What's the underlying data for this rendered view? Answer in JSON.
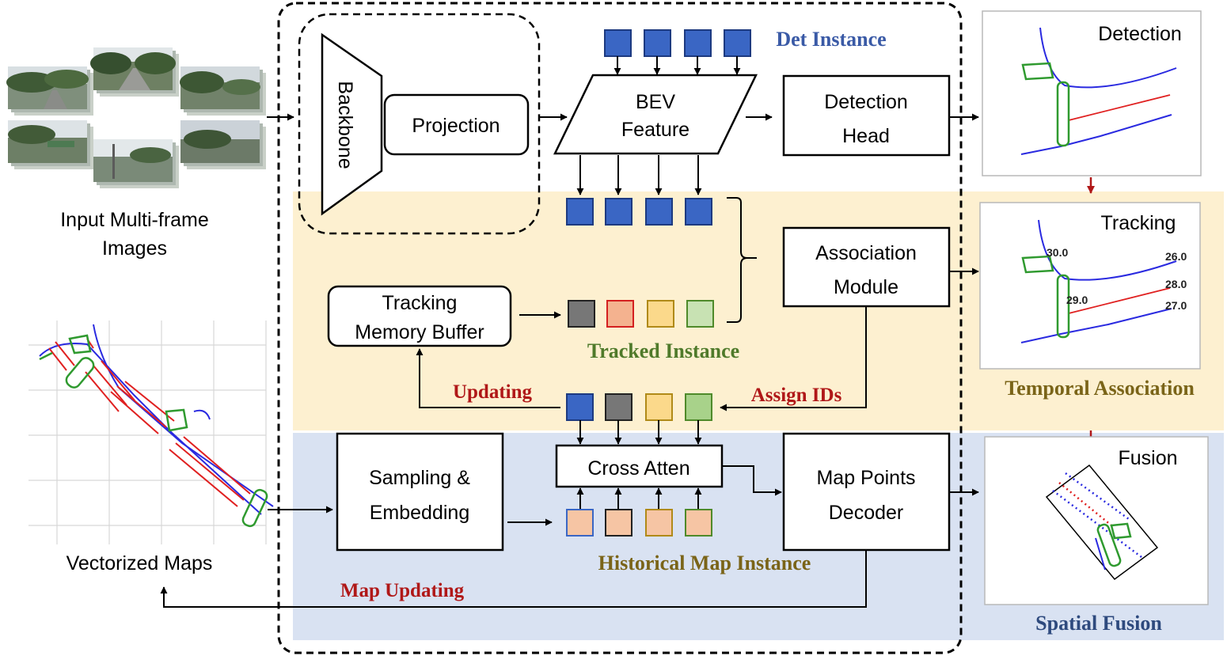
{
  "inputs": {
    "images_label_line1": "Input Multi-frame",
    "images_label_line2": "Images",
    "maps_label": "Vectorized Maps"
  },
  "blocks": {
    "backbone": "Backbone",
    "projection": "Projection",
    "bev_line1": "BEV",
    "bev_line2": "Feature",
    "detection_head_line1": "Detection",
    "detection_head_line2": "Head",
    "association_line1": "Association",
    "association_line2": "Module",
    "memory_line1": "Tracking",
    "memory_line2": "Memory Buffer",
    "sampling_line1": "Sampling &",
    "sampling_line2": "Embedding",
    "cross_atten": "Cross Atten",
    "decoder_line1": "Map Points",
    "decoder_line2": "Decoder"
  },
  "labels": {
    "det_instance": "Det Instance",
    "tracked_instance": "Tracked Instance",
    "updating": "Updating",
    "assign_ids": "Assign IDs",
    "historical_map_instance": "Historical Map Instance",
    "map_updating": "Map Updating"
  },
  "panels": {
    "detection": "Detection",
    "tracking": "Tracking",
    "fusion": "Fusion",
    "temporal_association": "Temporal Association",
    "spatial_fusion": "Spatial Fusion",
    "track_ids": [
      "30.0",
      "26.0",
      "28.0",
      "29.0",
      "27.0"
    ]
  },
  "colors": {
    "det_blue": "#3a66c4",
    "det_label": "#3a5aa6",
    "tracked_label": "#4f7a2a",
    "red_label": "#b01818",
    "olive_label": "#7a6418",
    "navy_label": "#2e4a7e",
    "yellow_band": "#fdf0d0",
    "blue_band": "#d9e2f2",
    "inst_gray": "#777777",
    "inst_salmon": "#f4b28f",
    "inst_yellow": "#fbd98b",
    "inst_green": "#c8e2b3",
    "inst_green_dark": "#a8d28a",
    "inst_peach": "#f6c5a4"
  }
}
